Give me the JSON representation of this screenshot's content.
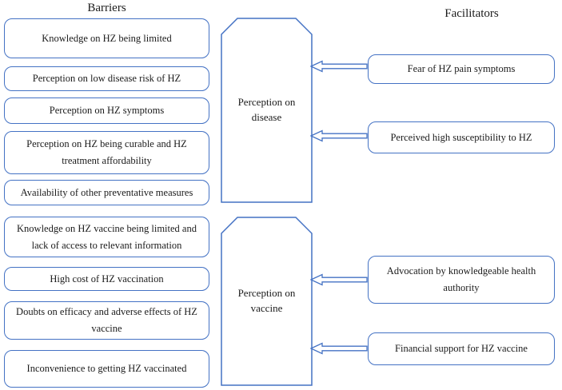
{
  "headings": {
    "barriers": "Barriers",
    "facilitators": "Facilitators"
  },
  "barriers": [
    "Knowledge on HZ being limited",
    "Perception on low disease risk of HZ",
    "Perception on HZ symptoms",
    "Perception on HZ being curable and HZ treatment affordability",
    "Availability of other preventative measures",
    "Knowledge on HZ vaccine being limited and lack of access to relevant information",
    "High cost of HZ vaccination",
    "Doubts on efficacy and adverse effects of HZ vaccine",
    "Inconvenience to getting HZ vaccinated"
  ],
  "categories": [
    "Perception on disease",
    "Perception on vaccine"
  ],
  "facilitators": [
    "Fear of HZ pain symptoms",
    "Perceived high susceptibility to HZ",
    "Advocation by knowledgeable health authority",
    "Financial support for HZ vaccine"
  ],
  "icons": {
    "arrow": "left-block-arrow-icon"
  },
  "colors": {
    "border": "#4472C4",
    "text": "#1b1b1b",
    "background": "#ffffff"
  }
}
